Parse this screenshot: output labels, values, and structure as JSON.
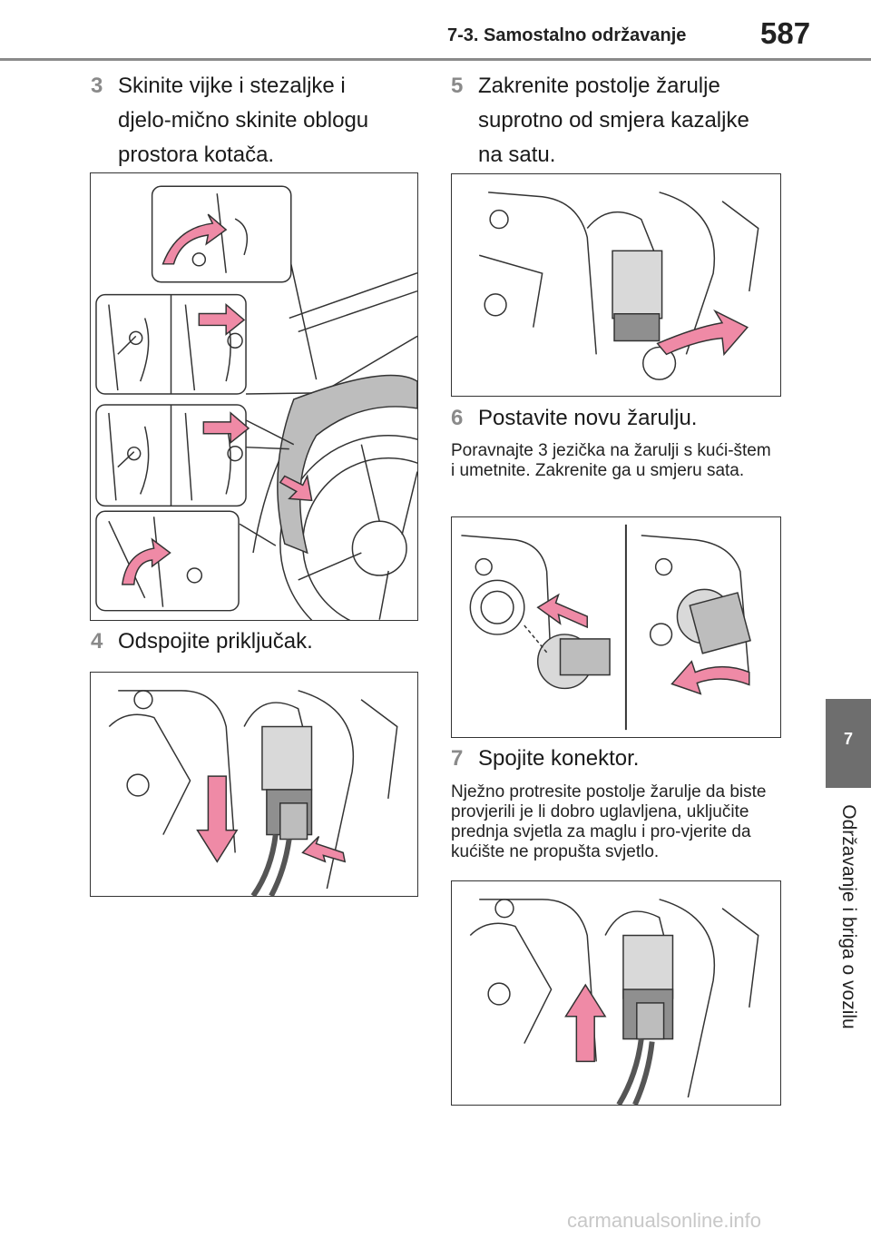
{
  "header": {
    "section": "7-3. Samostalno održavanje",
    "page_number": "587"
  },
  "side_tab": {
    "chapter_number": "7",
    "chapter_title": "Održavanje i briga o vozilu"
  },
  "steps": [
    {
      "num": "3",
      "text": "Skinite vijke i stezaljke i djelo-mično skinite oblogu prostora kotača."
    },
    {
      "num": "4",
      "text": "Odspojite priključak."
    },
    {
      "num": "5",
      "text": "Zakrenite postolje žarulje suprotno od smjera kazaljke na satu."
    },
    {
      "num": "6",
      "text": "Postavite novu žarulju."
    },
    {
      "num": "7",
      "text": "Spojite konektor."
    }
  ],
  "notes": {
    "step6": "Poravnajte 3 jezička na žarulji s kući-štem i umetnite. Zakrenite ga u smjeru sata.",
    "step7": "Nježno protresite postolje žarulje da biste provjerili je li dobro uglavljena, uključite prednja svjetla za maglu i pro-vjerite da kućište ne propušta svjetlo."
  },
  "footer": {
    "watermark": "carmanualsonline.info"
  },
  "colors": {
    "arrow_pink": "#ef8aa6",
    "step_number_gray": "#8a8a8a",
    "tab_gray": "#6e6e6e",
    "line_art": "#333333"
  }
}
